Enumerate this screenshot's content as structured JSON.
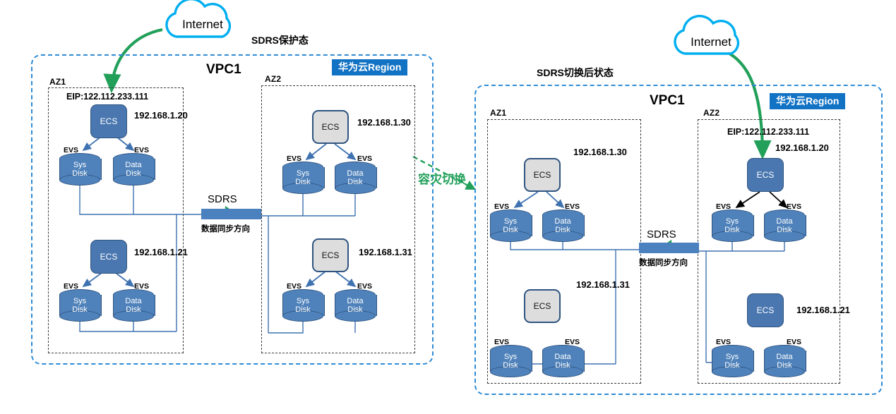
{
  "diagram": {
    "title": "SDRS protection and switchover architecture",
    "colors": {
      "vpc_border": "#2E8BD6",
      "az_border": "#3a3a3a",
      "badge_bg": "#1272C4",
      "ecs_active": "#4A77B0",
      "ecs_standby": "#DDDDDD",
      "disk_fill": "#4F82BB",
      "sdrs_band": "#4B81BE",
      "internet_outline": "#00AEEF",
      "green_arrow": "#22A05A"
    }
  },
  "left": {
    "state_title": "SDRS保护态",
    "vpc_title": "VPC1",
    "region_badge": "华为云Region",
    "internet": "Internet",
    "az1": {
      "label": "AZ1",
      "groups": [
        {
          "ecs_label": "ECS",
          "ecs_state": "active",
          "eip": "EIP:122.112.233.111",
          "ip": "192.168.1.20",
          "disks": [
            {
              "evs": "EVS",
              "line1": "Sys",
              "line2": "Disk"
            },
            {
              "evs": "EVS",
              "line1": "Data",
              "line2": "Disk"
            }
          ]
        },
        {
          "ecs_label": "ECS",
          "ecs_state": "active",
          "eip": "",
          "ip": "192.168.1.21",
          "disks": [
            {
              "evs": "EVS",
              "line1": "Sys",
              "line2": "Disk"
            },
            {
              "evs": "EVS",
              "line1": "Data",
              "line2": "Disk"
            }
          ]
        }
      ]
    },
    "az2": {
      "label": "AZ2",
      "groups": [
        {
          "ecs_label": "ECS",
          "ecs_state": "standby",
          "eip": "",
          "ip": "192.168.1.30",
          "disks": [
            {
              "evs": "EVS",
              "line1": "Sys",
              "line2": "Disk"
            },
            {
              "evs": "EVS",
              "line1": "Data",
              "line2": "Disk"
            }
          ]
        },
        {
          "ecs_label": "ECS",
          "ecs_state": "standby",
          "eip": "",
          "ip": "192.168.1.31",
          "disks": [
            {
              "evs": "EVS",
              "line1": "Sys",
              "line2": "Disk"
            },
            {
              "evs": "EVS",
              "line1": "Data",
              "line2": "Disk"
            }
          ]
        }
      ]
    },
    "sdrs": {
      "label": "SDRS",
      "sublabel": "数据同步方向",
      "direction": "right"
    }
  },
  "switch": {
    "label": "容灾切换"
  },
  "right": {
    "state_title": "SDRS切换后状态",
    "vpc_title": "VPC1",
    "region_badge": "华为云Region",
    "internet": "Internet",
    "az1": {
      "label": "AZ1",
      "groups": [
        {
          "ecs_label": "ECS",
          "ecs_state": "standby",
          "eip": "",
          "ip": "192.168.1.30",
          "disks": [
            {
              "evs": "EVS",
              "line1": "Sys",
              "line2": "Disk"
            },
            {
              "evs": "EVS",
              "line1": "Data",
              "line2": "Disk"
            }
          ]
        },
        {
          "ecs_label": "ECS",
          "ecs_state": "standby",
          "eip": "",
          "ip": "192.168.1.31",
          "disks": [
            {
              "evs": "EVS",
              "line1": "Sys",
              "line2": "Disk"
            },
            {
              "evs": "EVS",
              "line1": "Data",
              "line2": "Disk"
            }
          ]
        }
      ]
    },
    "az2": {
      "label": "AZ2",
      "groups": [
        {
          "ecs_label": "ECS",
          "ecs_state": "active",
          "eip": "EIP:122.112.233.111",
          "ip": "192.168.1.20",
          "disks": [
            {
              "evs": "EVS",
              "line1": "Sys",
              "line2": "Disk"
            },
            {
              "evs": "EVS",
              "line1": "Data",
              "line2": "Disk"
            }
          ]
        },
        {
          "ecs_label": "ECS",
          "ecs_state": "active",
          "eip": "",
          "ip": "192.168.1.21",
          "disks": [
            {
              "evs": "EVS",
              "line1": "Sys",
              "line2": "Disk"
            },
            {
              "evs": "EVS",
              "line1": "Data",
              "line2": "Disk"
            }
          ]
        }
      ]
    },
    "sdrs": {
      "label": "SDRS",
      "sublabel": "数据同步方向",
      "direction": "left"
    }
  }
}
